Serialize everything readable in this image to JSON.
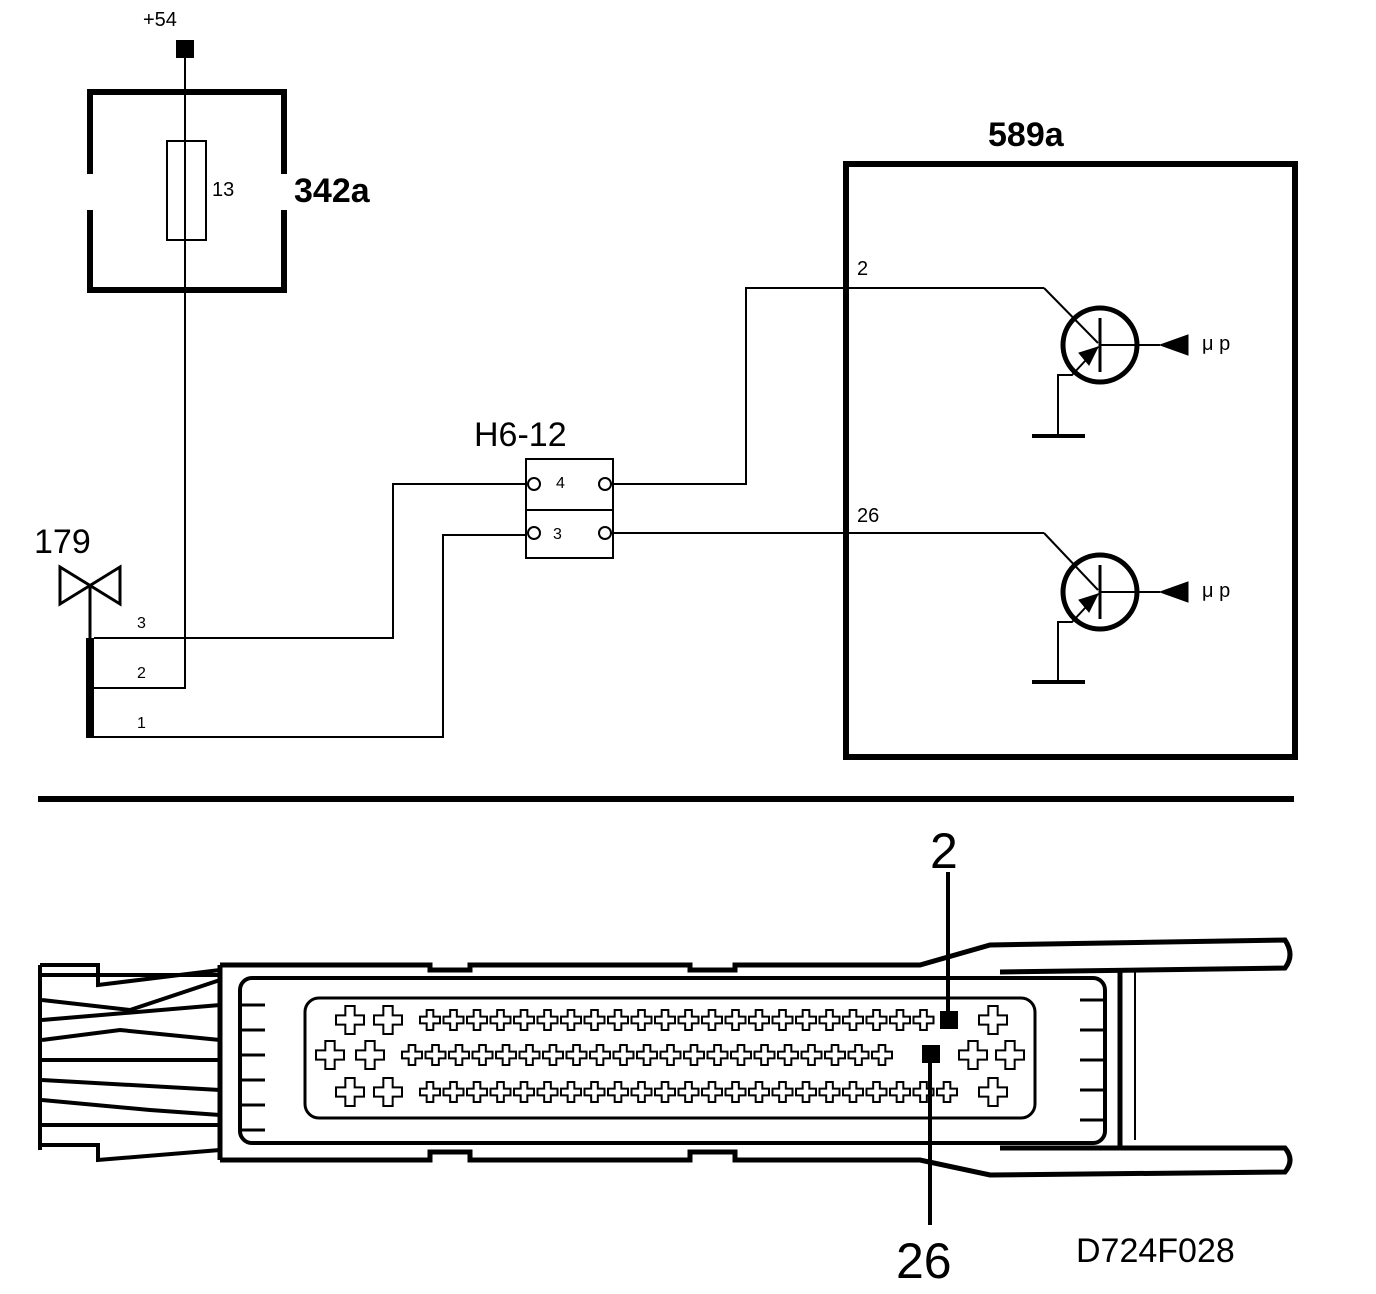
{
  "supply": {
    "label": "+54"
  },
  "fuse_box": {
    "label": "342a",
    "fuse_label": "13"
  },
  "sensor": {
    "label": "179",
    "pins": [
      "3",
      "2",
      "1"
    ]
  },
  "connector": {
    "label": "H6-12",
    "pins": [
      "4",
      "3"
    ]
  },
  "ecu": {
    "label": "589a",
    "pin_a": "2",
    "pin_b": "26",
    "signal_a": "μ p",
    "signal_b": "μ p"
  },
  "plug": {
    "pin_top": "2",
    "pin_bottom": "26"
  },
  "drawing_id": "D724F028",
  "colors": {
    "line": "#000000",
    "background": "#ffffff"
  }
}
